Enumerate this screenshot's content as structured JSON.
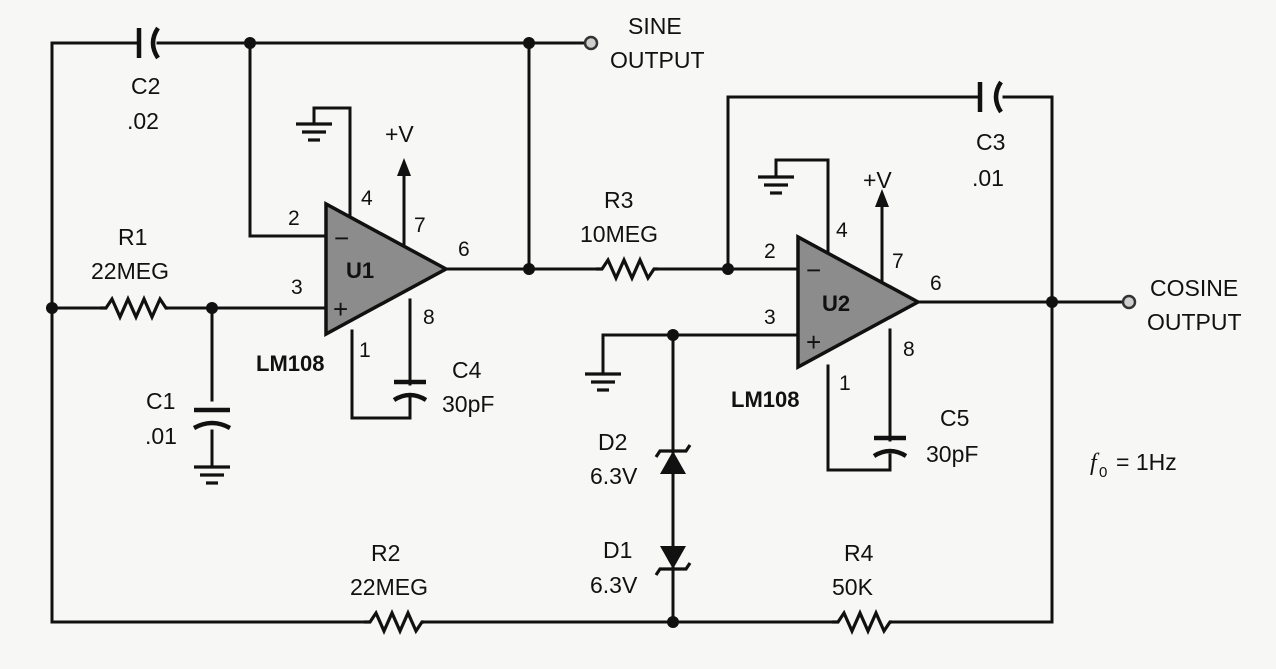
{
  "outputs": {
    "sine": [
      "SINE",
      "OUTPUT"
    ],
    "cosine": [
      "COSINE",
      "OUTPUT"
    ]
  },
  "components": {
    "C1": {
      "ref": "C1",
      "value": ".01"
    },
    "C2": {
      "ref": "C2",
      "value": ".02"
    },
    "C3": {
      "ref": "C3",
      "value": ".01"
    },
    "C4": {
      "ref": "C4",
      "value": "30pF"
    },
    "C5": {
      "ref": "C5",
      "value": "30pF"
    },
    "R1": {
      "ref": "R1",
      "value": "22MEG"
    },
    "R2": {
      "ref": "R2",
      "value": "22MEG"
    },
    "R3": {
      "ref": "R3",
      "value": "10MEG"
    },
    "R4": {
      "ref": "R4",
      "value": "50K"
    },
    "D1": {
      "ref": "D1",
      "value": "6.3V"
    },
    "D2": {
      "ref": "D2",
      "value": "6.3V"
    }
  },
  "opamps": {
    "U1": {
      "ref": "U1",
      "part": "LM108",
      "supply": "+V",
      "inv_sign": "−",
      "noninv_sign": "+",
      "pins": {
        "inv": "2",
        "noninv": "3",
        "gnd": "4",
        "vplus": "7",
        "out": "6",
        "comp1": "1",
        "comp8": "8"
      }
    },
    "U2": {
      "ref": "U2",
      "part": "LM108",
      "supply": "+V",
      "inv_sign": "−",
      "noninv_sign": "+",
      "pins": {
        "inv": "2",
        "noninv": "3",
        "gnd": "4",
        "vplus": "7",
        "out": "6",
        "comp1": "1",
        "comp8": "8"
      }
    }
  },
  "frequency": {
    "symbol": "f",
    "subscript": "0",
    "value": "= 1Hz"
  }
}
